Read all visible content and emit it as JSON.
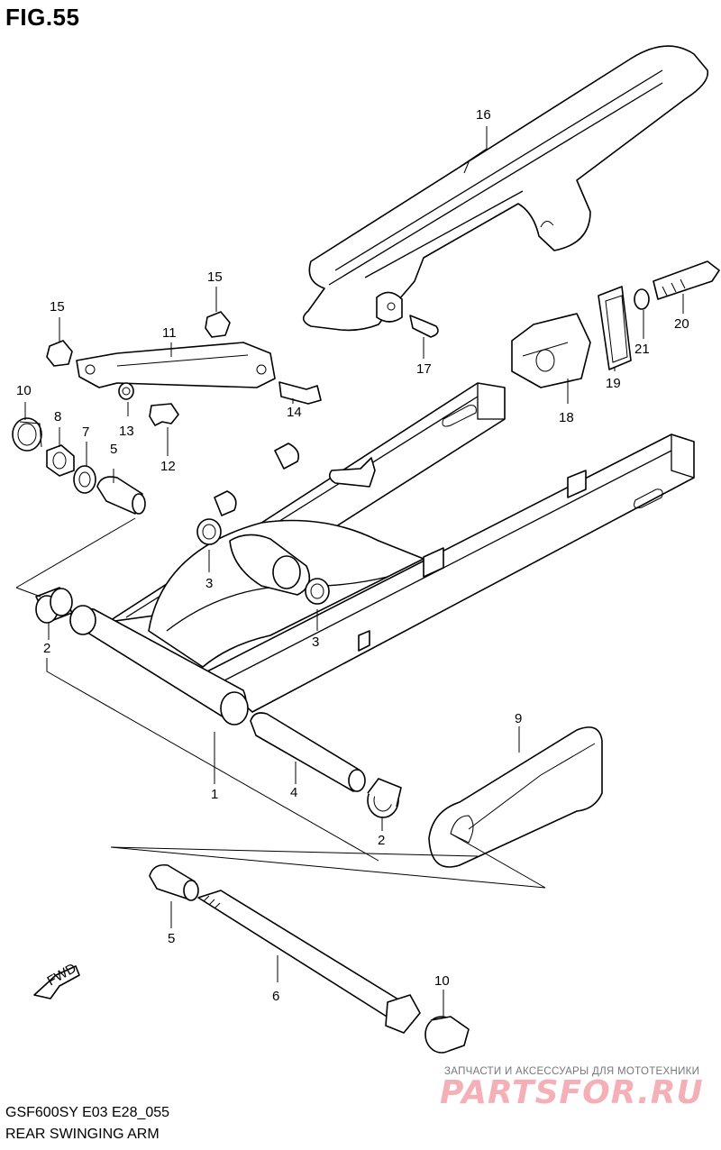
{
  "figure": {
    "title": "FIG.55",
    "model_code": "GSF600SY E03 E28_055",
    "caption": "REAR SWINGING ARM",
    "fwd_arrow_label": "FWD"
  },
  "parts": [
    {
      "id": "p1",
      "number": "1"
    },
    {
      "id": "p2a",
      "number": "2"
    },
    {
      "id": "p2b",
      "number": "2"
    },
    {
      "id": "p3a",
      "number": "3"
    },
    {
      "id": "p3b",
      "number": "3"
    },
    {
      "id": "p4",
      "number": "4"
    },
    {
      "id": "p5a",
      "number": "5"
    },
    {
      "id": "p5b",
      "number": "5"
    },
    {
      "id": "p6",
      "number": "6"
    },
    {
      "id": "p7",
      "number": "7"
    },
    {
      "id": "p8",
      "number": "8"
    },
    {
      "id": "p9",
      "number": "9"
    },
    {
      "id": "p10a",
      "number": "10"
    },
    {
      "id": "p10b",
      "number": "10"
    },
    {
      "id": "p11",
      "number": "11"
    },
    {
      "id": "p12",
      "number": "12"
    },
    {
      "id": "p13",
      "number": "13"
    },
    {
      "id": "p14",
      "number": "14"
    },
    {
      "id": "p15a",
      "number": "15"
    },
    {
      "id": "p15b",
      "number": "15"
    },
    {
      "id": "p16",
      "number": "16"
    },
    {
      "id": "p17",
      "number": "17"
    },
    {
      "id": "p18",
      "number": "18"
    },
    {
      "id": "p19",
      "number": "19"
    },
    {
      "id": "p20",
      "number": "20"
    },
    {
      "id": "p21",
      "number": "21"
    }
  ],
  "watermark": {
    "tagline": "ЗАПЧАСТИ И АКСЕССУАРЫ ДЛЯ МОТОТЕХНИКИ",
    "logo": "PARTSFOR.RU"
  }
}
